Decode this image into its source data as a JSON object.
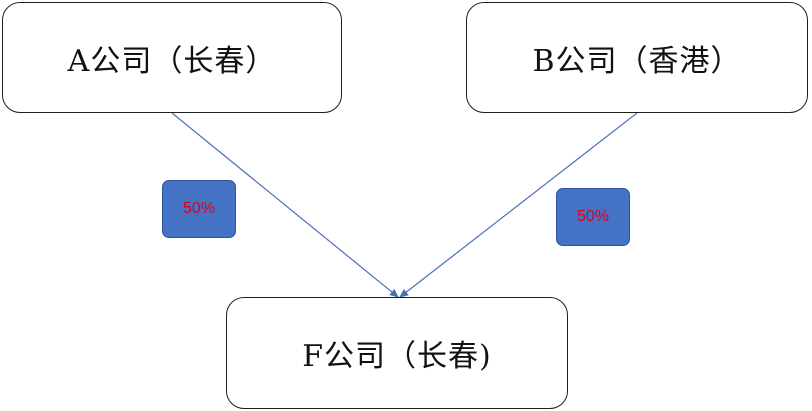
{
  "nodes": {
    "a": {
      "label": "A公司（长春）"
    },
    "b": {
      "label": "B公司（香港）"
    },
    "f": {
      "label": "F公司（长春)"
    }
  },
  "edges": [
    {
      "from": "A公司（长春）",
      "to": "F公司（长春)",
      "share": "50%"
    },
    {
      "from": "B公司（香港）",
      "to": "F公司（长春)",
      "share": "50%"
    }
  ],
  "colors": {
    "arrow": "#4a6fb5",
    "badge_fill": "#4472c4",
    "badge_text": "#e0001b",
    "node_border": "#1f1f1f"
  }
}
